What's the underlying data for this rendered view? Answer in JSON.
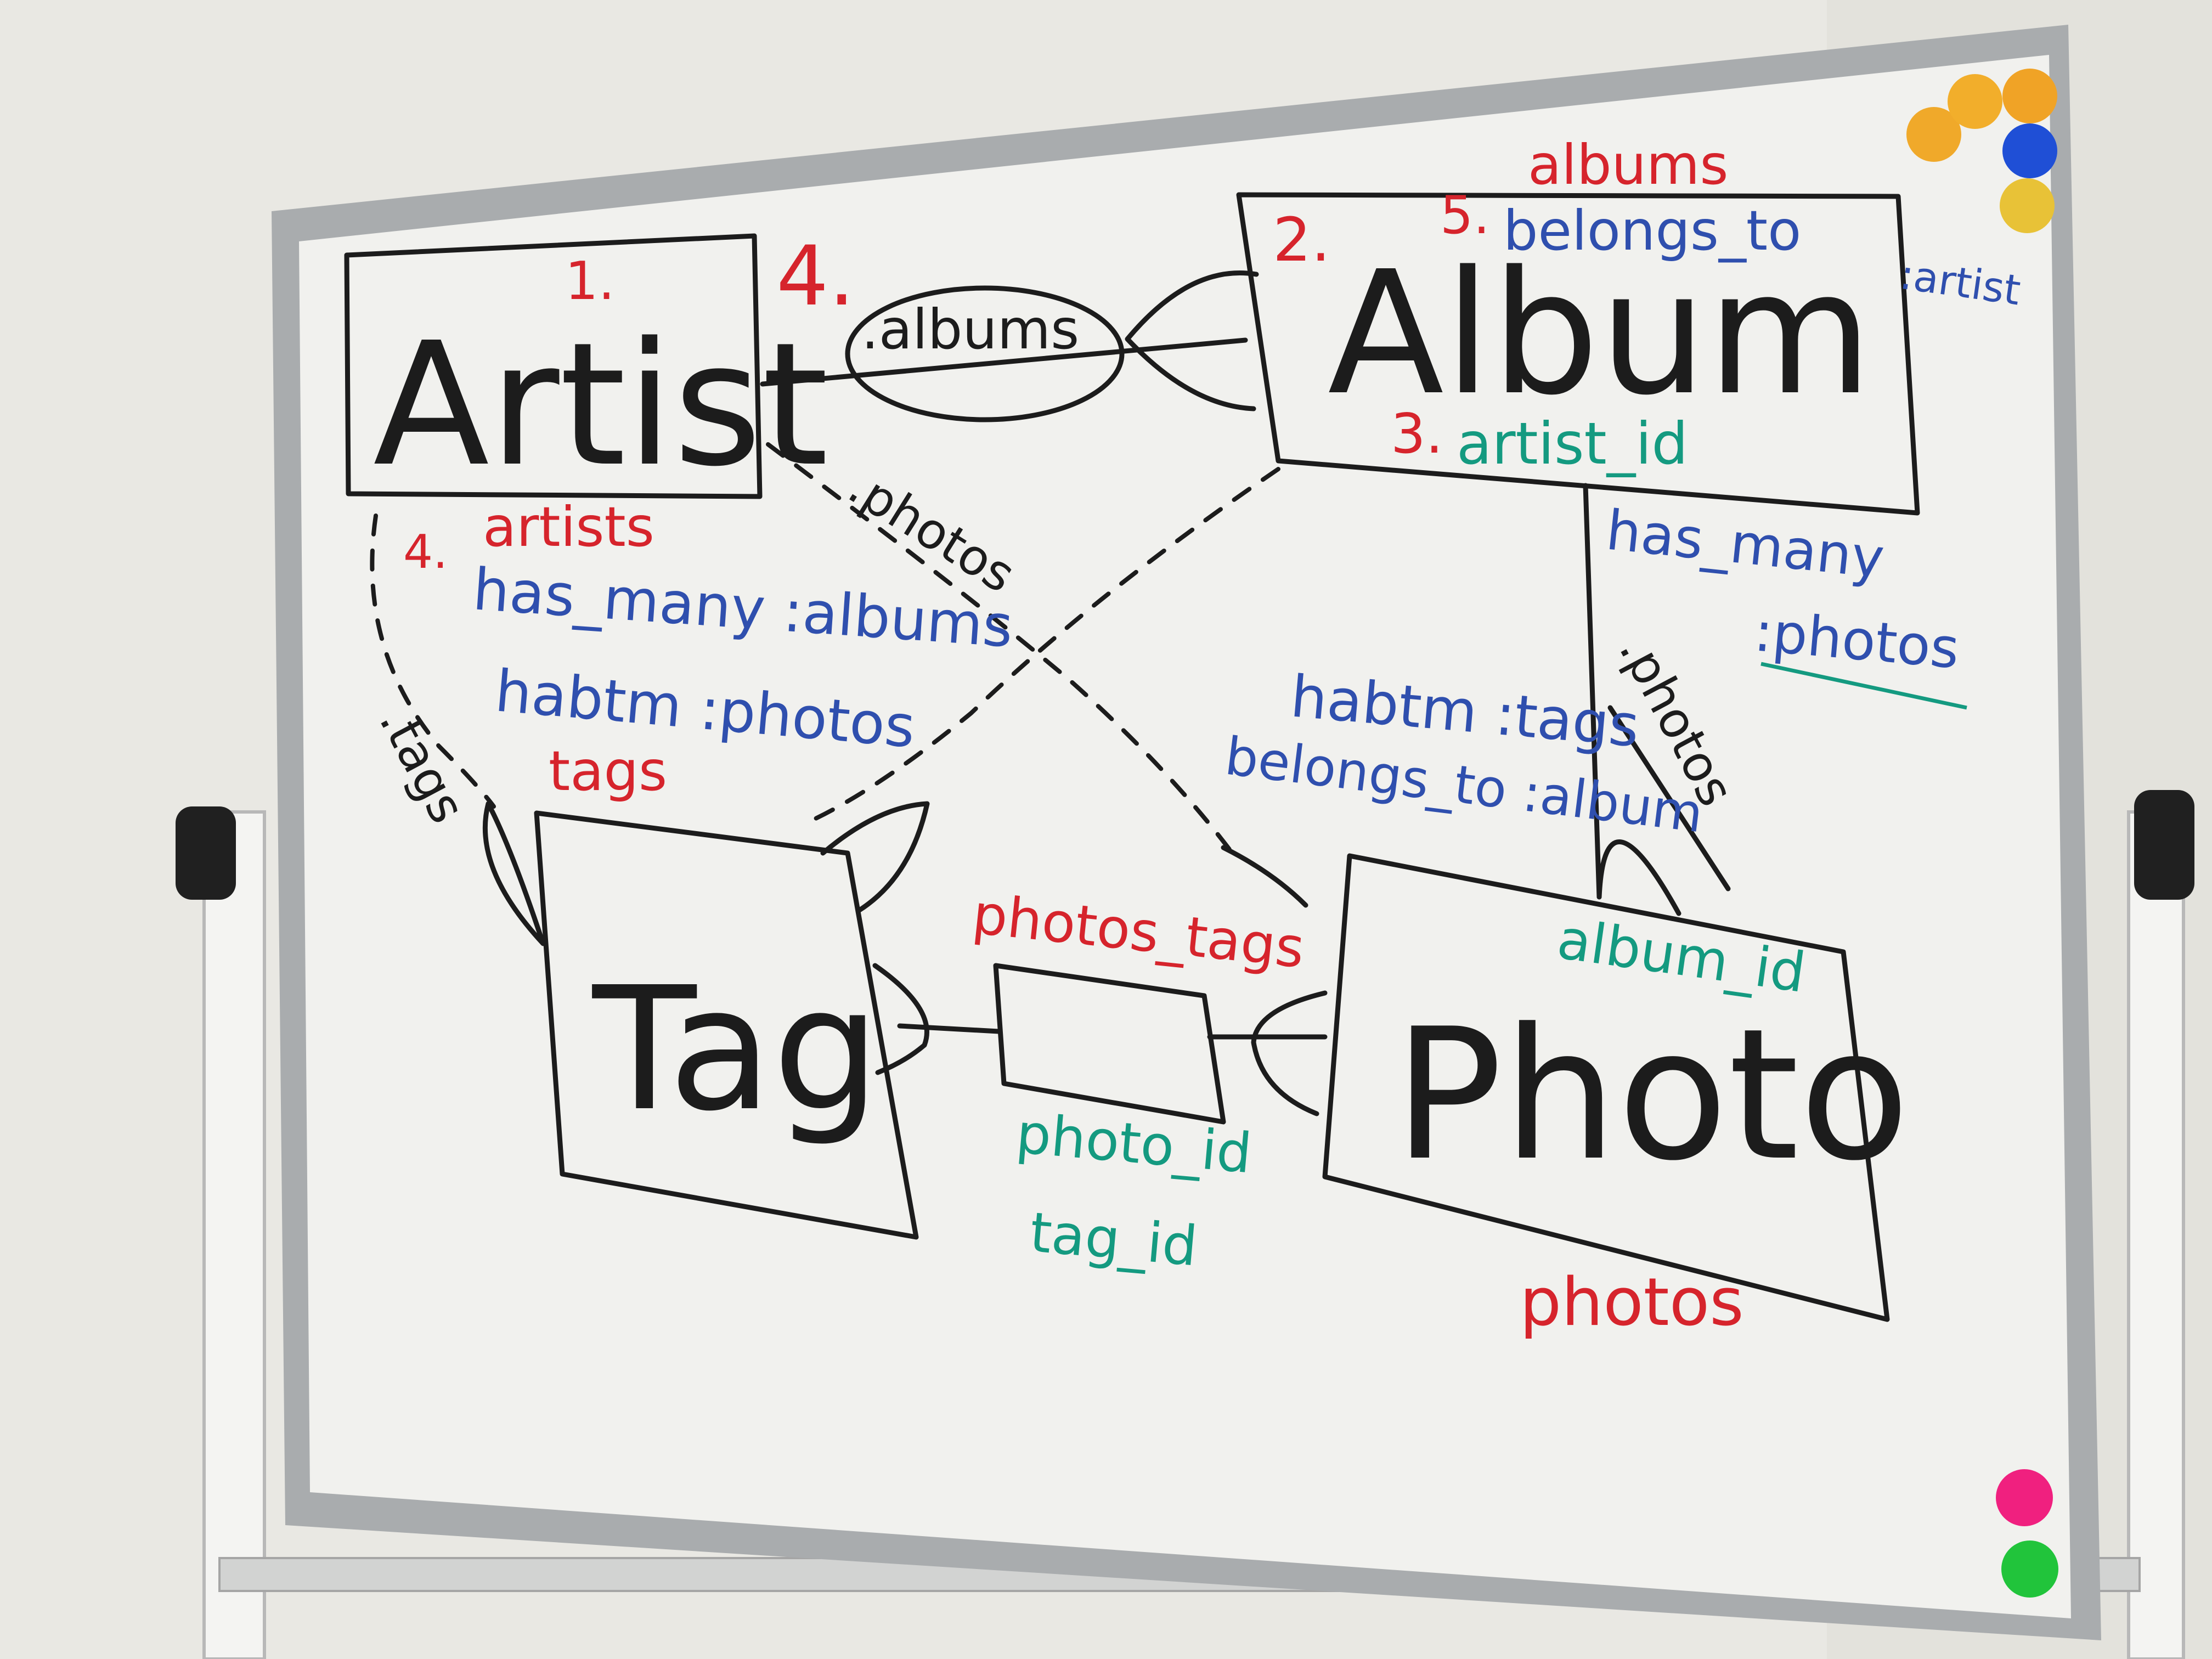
{
  "colors": {
    "wall": "#e9e8e3",
    "board": "#f1f1ee",
    "frame": "#a9acae",
    "ink_black": "#1c1c1c",
    "ink_red": "#d6242c",
    "ink_blue": "#2f4fae",
    "ink_green": "#149a80"
  },
  "entities": {
    "artist": {
      "name": "Artist",
      "number": "1.",
      "table": "artists"
    },
    "album": {
      "name": "Album",
      "number": "2.",
      "table": "albums"
    },
    "tag": {
      "name": "Tag",
      "table": "tags"
    },
    "photo": {
      "name": "Photo",
      "table": "photos"
    },
    "join": {
      "table": "photos_tags"
    }
  },
  "relations": {
    "artist_albums_oval": ".albums",
    "artist_albums_step": "4.",
    "artist_photos_path": ".photos",
    "artist_tags_path": ".tags",
    "album_photos_path": ".photos"
  },
  "annotations": {
    "artist_has_many": "has_many :albums",
    "artist_has_many_step": "4.",
    "album_belongs_to_step": "5.",
    "album_belongs_to": "belongs_to",
    "album_belongs_to_target": ":artist",
    "album_fk_step": "3.",
    "album_fk": "artist_id",
    "album_has_many": "has_many",
    "album_has_many_target": ":photos",
    "tag_habtm": "habtm :photos",
    "photo_habtm": "habtm :tags",
    "photo_belongs_to": "belongs_to :album",
    "photo_fk": "album_id",
    "join_fk_photo": "photo_id",
    "join_fk_tag": "tag_id"
  },
  "magnets": {
    "top_right": [
      "orange",
      "orange",
      "orange",
      "blue",
      "yellow"
    ],
    "bottom_right": [
      "pink",
      "green"
    ]
  }
}
